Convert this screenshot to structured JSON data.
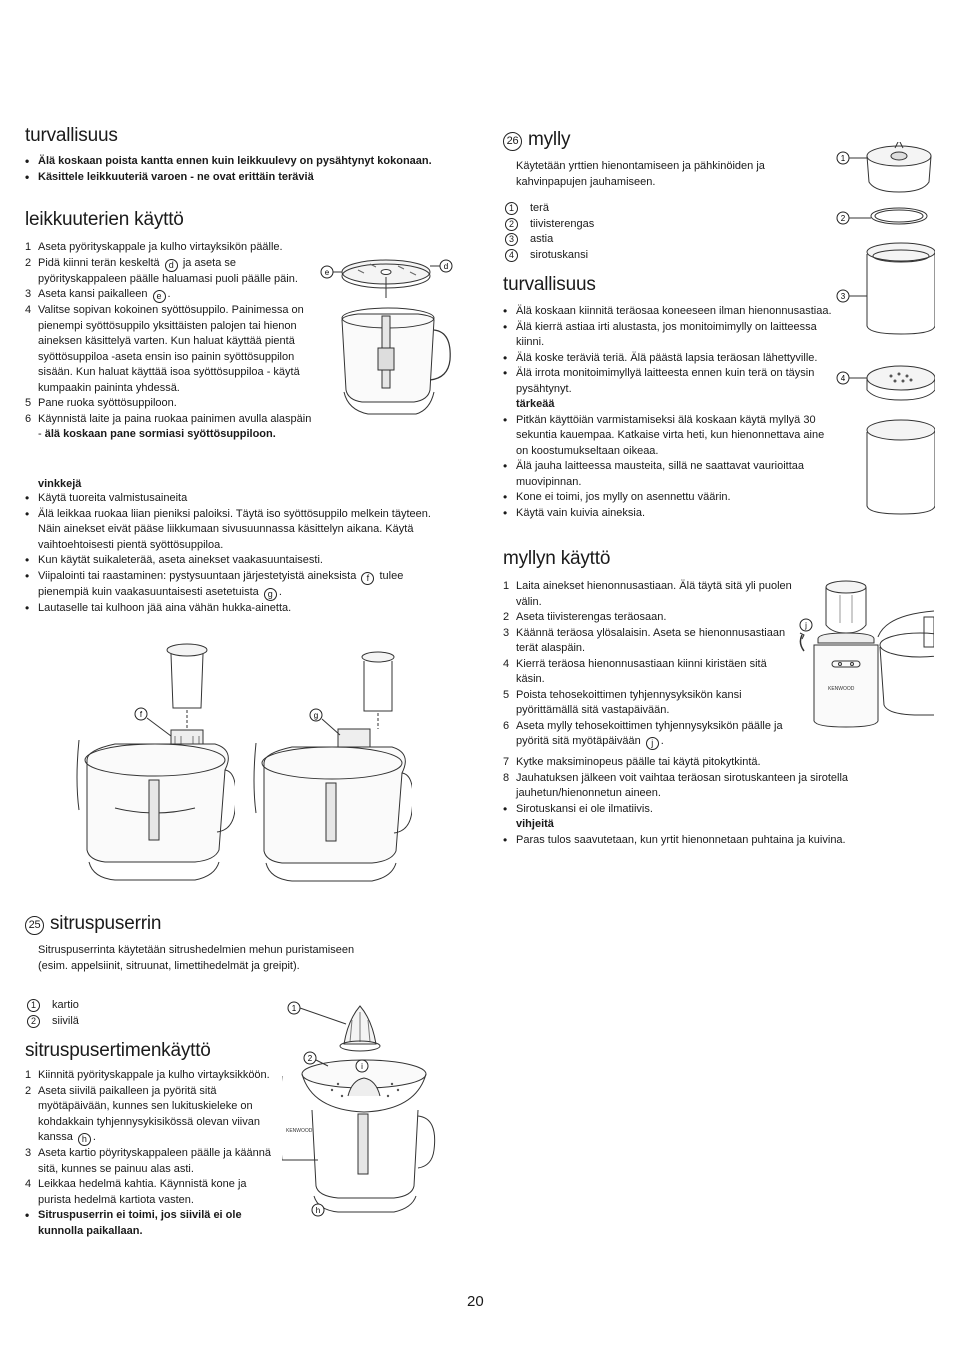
{
  "left": {
    "safety": {
      "title": "turvallisuus",
      "items": [
        "Älä koskaan poista kantta ennen kuin leikkuulevy on pysähtynyt kokonaan.",
        "Käsittele leikkuuteriä varoen - ne ovat erittäin teräviä"
      ]
    },
    "usage": {
      "title": "leikkuuterien käyttö",
      "steps": [
        {
          "n": "1",
          "text": "Aseta pyörityskappale ja kulho virtayksikön päälle."
        },
        {
          "n": "2",
          "a": "Pidä kiinni terän keskeltä",
          "ref": "d",
          "b": "ja aseta se pyörityskappaleen päälle haluamasi puoli päälle päin."
        },
        {
          "n": "3",
          "a": "Aseta kansi paikalleen",
          "ref": "e",
          "b": "."
        },
        {
          "n": "4",
          "text": "Valitse sopivan kokoinen syöttösuppilo. Painimessa on pienempi syöttösuppilo yksittäisten palojen tai hienon aineksen käsittelyä varten. Kun haluat käyttää pientä syöttösuppiloa -aseta ensin iso painin syöttösuppilon sisään. Kun haluat käyttää isoa syöttösuppiloa - käytä kumpaakin paininta yhdessä."
        },
        {
          "n": "5",
          "text": "Pane ruoka syöttösuppiloon."
        },
        {
          "n": "6",
          "a": "Käynnistä laite ja paina ruokaa painimen avulla alaspäin -",
          "bold": "älä koskaan pane sormiasi syöttösuppiloon."
        }
      ],
      "tips_title": "vinkkejä",
      "tips": [
        {
          "text": "Käytä tuoreita valmistusaineita"
        },
        {
          "text": "Älä leikkaa ruokaa liian pieniksi paloiksi. Täytä iso syöttösuppilo melkein täyteen. Näin ainekset eivät pääse liikkumaan sivusuunnassa käsittelyn aikana. Käytä vaihtoehtoisesti pientä syöttösuppiloa."
        },
        {
          "text": "Kun käytät suikaleterää, aseta ainekset vaakasuuntaisesti."
        },
        {
          "a": "Viipalointi tai raastaminen: pystysuuntaan järjestetyistä aineksista",
          "ref": "f",
          "b": "tulee pienempiä kuin vaakasuuntaisesti asetetuista",
          "ref2": "g",
          "c": "."
        },
        {
          "text": "Lautaselle tai kulhoon jää aina vähän hukka-ainetta."
        }
      ]
    },
    "citrus": {
      "num": "25",
      "title": "sitruspuserrin",
      "intro": "Sitruspuserrinta käytetään sitrushedelmien mehun puristamiseen (esim. appelsiinit, sitruunat, limettihedelmät ja greipit).",
      "parts": [
        {
          "n": "1",
          "label": "kartio"
        },
        {
          "n": "2",
          "label": "siivilä"
        }
      ]
    },
    "citrus_usage": {
      "title": "sitruspusertimenkäyttö",
      "steps": [
        {
          "n": "1",
          "text": "Kiinnitä pyörityskappale ja kulho virtayksikköön."
        },
        {
          "n": "2",
          "a": "Aseta siivilä paikalleen ja pyöritä sitä myötäpäivään, kunnes sen lukituskieleke on kohdakkain tyhjennysykisikössä olevan viivan kanssa",
          "ref": "h",
          "b": "."
        },
        {
          "n": "3",
          "text": "Aseta kartio pöyrityskappaleen päälle ja käännä sitä, kunnes se painuu alas asti."
        },
        {
          "n": "4",
          "text": "Leikkaa hedelmä kahtia. Käynnistä kone ja purista hedelmä kartiota vasten."
        }
      ],
      "warning": "Sitruspuserrin ei toimi, jos siivilä ei ole kunnolla paikallaan."
    }
  },
  "right": {
    "mill": {
      "num": "26",
      "title": "mylly",
      "intro": "Käytetään yrttien hienontamiseen ja pähkinöiden ja kahvinpapujen jauhamiseen.",
      "parts": [
        {
          "n": "1",
          "label": "terä"
        },
        {
          "n": "2",
          "label": "tiivisterengas"
        },
        {
          "n": "3",
          "label": "astia"
        },
        {
          "n": "4",
          "label": "sirotuskansi"
        }
      ]
    },
    "safety": {
      "title": "turvallisuus",
      "items": [
        "Älä koskaan kiinnitä teräosaa koneeseen ilman hienonnusastiaa.",
        "Älä kierrä astiaa irti alustasta, jos monitoimimylly on laitteessa kiinni.",
        "Älä koske teräviä teriä. Älä päästä lapsia teräosan lähettyville.",
        "Älä irrota monitoimimyllyä laitteesta ennen kuin terä on täysin pysähtynyt."
      ],
      "important_title": "tärkeää",
      "important": [
        "Pitkän käyttöiän varmistamiseksi älä koskaan käytä myllyä 30 sekuntia kauempaa. Katkaise virta heti, kun hienonnettava aine on koostumukseltaan oikeaa.",
        "Älä jauha laitteessa mausteita, sillä ne saattavat vaurioittaa muovipinnan.",
        "Kone ei toimi, jos mylly on asennettu väärin.",
        "Käytä vain kuivia aineksia."
      ]
    },
    "usage": {
      "title": "myllyn käyttö",
      "steps": [
        {
          "n": "1",
          "text": "Laita ainekset hienonnusastiaan. Älä täytä sitä yli puolen välin."
        },
        {
          "n": "2",
          "text": "Aseta tiivisterengas teräosaan."
        },
        {
          "n": "3",
          "text": "Käännä teräosa ylösalaisin. Aseta se hienonnusastiaan terät alaspäin."
        },
        {
          "n": "4",
          "text": "Kierrä teräosa hienonnusastiaan kiinni kiristäen sitä käsin."
        },
        {
          "n": "5",
          "text": "Poista tehosekoittimen tyhjennysyksikön kansi pyörittämällä sitä vastapäivään."
        },
        {
          "n": "6",
          "a": "Aseta mylly tehosekoittimen tyhjennysyksikön päälle ja pyöritä sitä myötäpäivään",
          "ref": "j",
          "b": "."
        },
        {
          "n": "7",
          "text": "Kytke maksiminopeus päälle tai käytä pitokytkintä."
        },
        {
          "n": "8",
          "text": "Jauhatuksen jälkeen voit vaihtaa teräosan sirotuskanteen ja sirotella jauhetun/hienonnetun aineen."
        }
      ],
      "note": "Sirotuskansi ei ole ilmatiivis.",
      "hints_title": "vihjeitä",
      "hints": [
        "Paras tulos saavutetaan, kun yrtit hienonnetaan puhtaina ja kuivina."
      ]
    }
  },
  "figures": {
    "blade_labels": {
      "e": "e",
      "d": "d"
    },
    "pusher_f": "f",
    "pusher_g": "g",
    "mill_labels": {
      "c1": "1",
      "c2": "2",
      "c3": "3",
      "c4": "4"
    },
    "mill_j": "j",
    "citrus_labels": {
      "c1": "1",
      "c2": "2",
      "i": "i",
      "h": "h"
    },
    "brand": "KENWOOD"
  },
  "footer": {
    "page_number": "20"
  }
}
